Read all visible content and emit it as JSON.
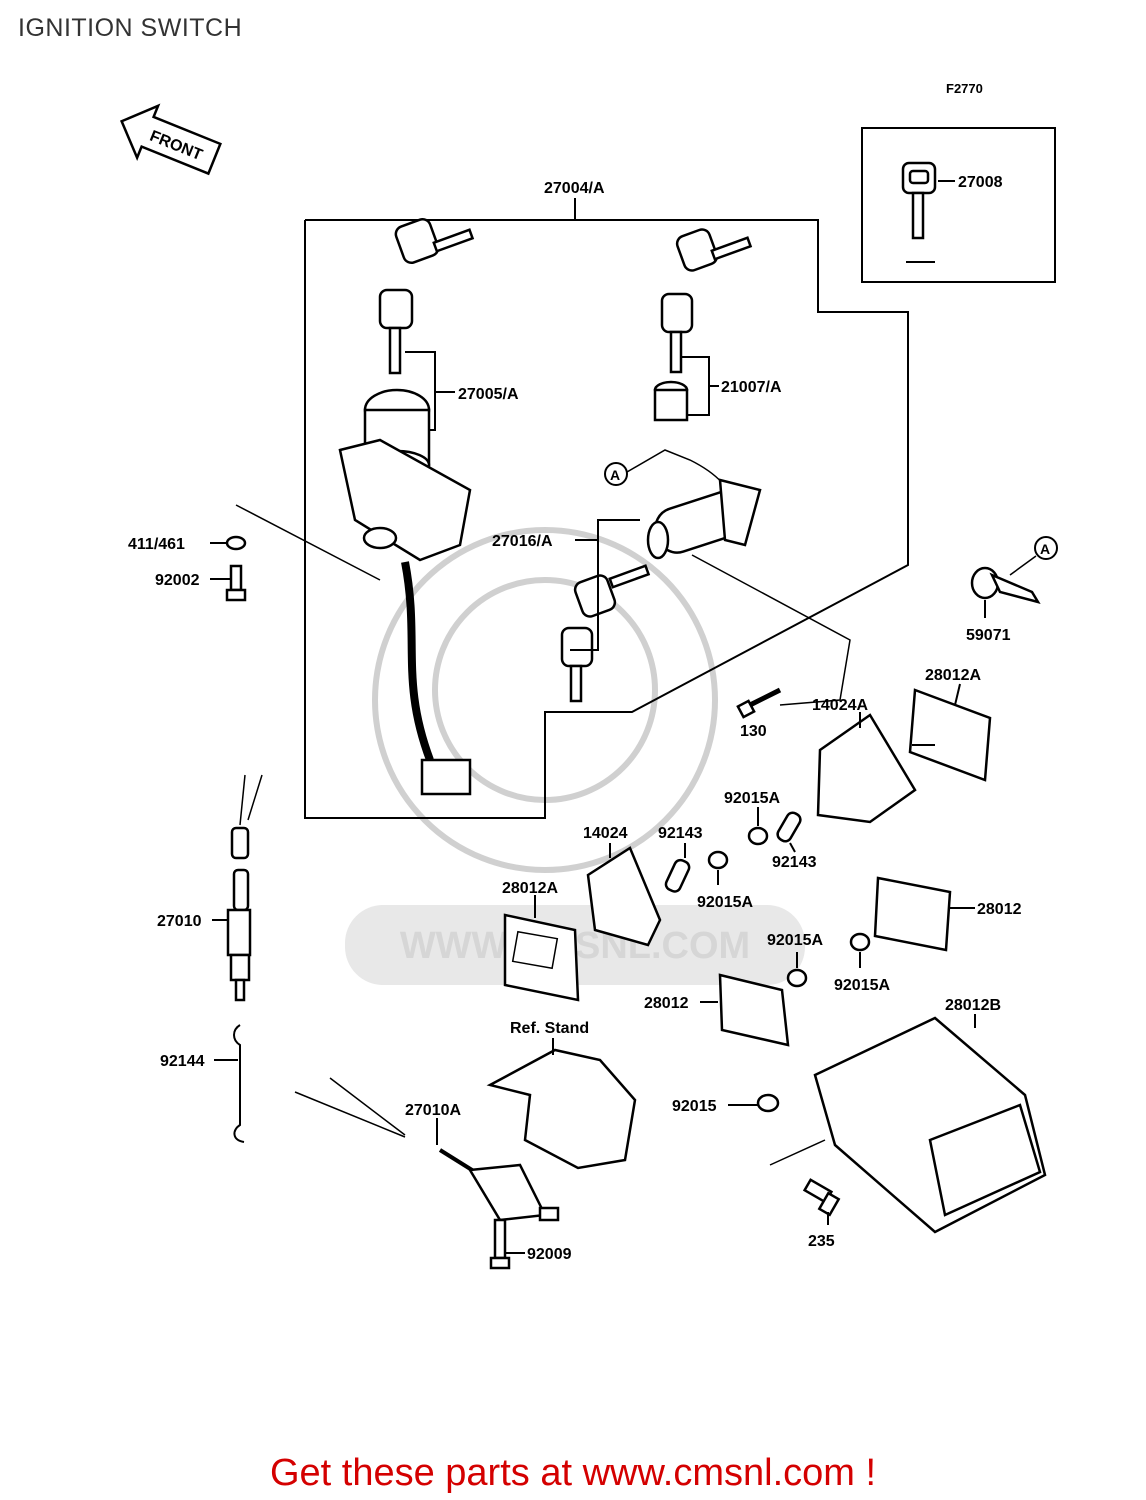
{
  "title": "IGNITION SWITCH",
  "figure_code": "F2770",
  "front_label": "FRONT",
  "watermark": "WWW.CMSNL.COM",
  "footer": "Get these parts at www.cmsnl.com !",
  "colors": {
    "footer": "#d40000",
    "title": "#333333"
  },
  "callouts": {
    "p27004A": "27004/A",
    "p27008": "27008",
    "p27005A": "27005/A",
    "p21007A": "21007/A",
    "refA1": "A",
    "refA2": "A",
    "p411_461": "411/461",
    "p92002": "92002",
    "p27016A": "27016/A",
    "p59071": "59071",
    "p28012A_top": "28012A",
    "p14024A": "14024A",
    "p130": "130",
    "p92015A_1": "92015A",
    "p14024": "14024",
    "p92143_1": "92143",
    "p92143_2": "92143",
    "p92015A_2": "92015A",
    "p28012A_left": "28012A",
    "p27010": "27010",
    "p28012_right": "28012",
    "p92015A_3": "92015A",
    "p92015A_4": "92015A",
    "p28012_mid": "28012",
    "p28012B": "28012B",
    "ref_stand": "Ref. Stand",
    "p92144": "92144",
    "p27010A": "27010A",
    "p92015": "92015",
    "p235": "235",
    "p92009": "92009"
  }
}
